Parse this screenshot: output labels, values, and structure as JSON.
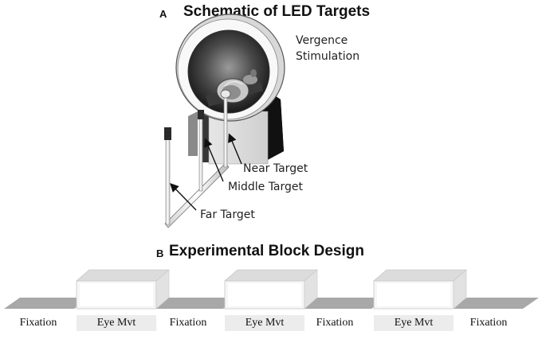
{
  "panel_a": {
    "letter": "A",
    "title": "Schematic of LED Targets",
    "labels": {
      "vergence_line1": "Vergence",
      "vergence_line2": "Stimulation",
      "near": "Near Target",
      "middle": "Middle Target",
      "far": "Far Target"
    }
  },
  "panel_b": {
    "letter": "B",
    "title": "Experimental Block Design",
    "blocks": [
      "Fixation",
      "Eye Mvt",
      "Fixation",
      "Eye Mvt",
      "Fixation",
      "Eye Mvt",
      "Fixation"
    ]
  },
  "colors": {
    "fixation_plate": "#a8a8a8",
    "eye_block_face": "#eeeeee",
    "scanner_dark": "#2a2a2a"
  }
}
